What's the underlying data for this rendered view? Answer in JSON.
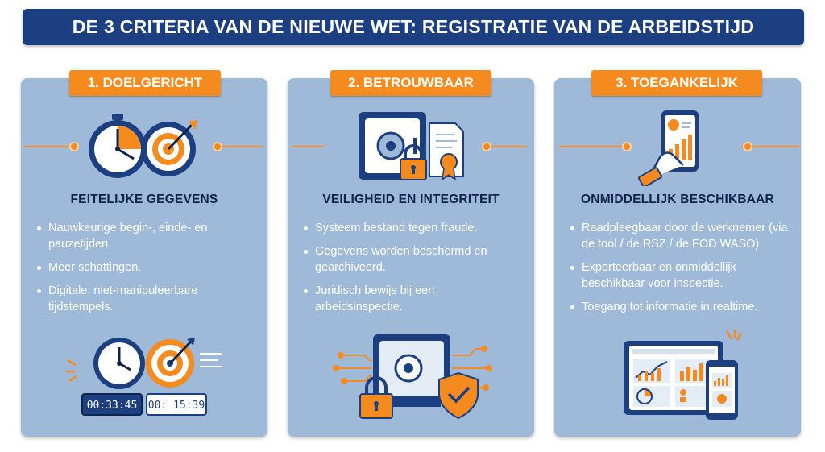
{
  "title": "DE 3 CRITERIA VAN DE NIEUWE WET: REGISTRATIE VAN DE ARBEIDSTIJD",
  "colors": {
    "title_bg": "#1b3f80",
    "card_bg": "#9fb9d8",
    "accent": "#f58a1f",
    "navy": "#10244b"
  },
  "cards": [
    {
      "badge": "1. DOELGERICHT",
      "heading": "FEITELIJKE GEGEVENS",
      "items": [
        "Nauwkeurige begin-, einde- en pauzetijden.",
        "Meer schattingen.",
        "Digitale, niet-manipuleerbare tijdstempels."
      ],
      "top_icons": [
        "stopwatch-icon",
        "target-icon"
      ],
      "bottom_icons": [
        "clock-icon",
        "target-icon",
        "digital-timer-icon"
      ],
      "timers": [
        "00:33:45",
        "00: 15:39"
      ]
    },
    {
      "badge": "2. BETROUWBAAR",
      "heading": "VEILIGHEID EN INTEGRITEIT",
      "items": [
        "Systeem bestand tegen fraude.",
        "Gegevens worden beschermd en gearchiveerd.",
        "Juridisch bewijs bij een arbeidsinspectie."
      ],
      "top_icons": [
        "safe-icon",
        "padlock-icon",
        "certificate-icon"
      ],
      "bottom_icons": [
        "circuit-safe-icon",
        "padlock-icon",
        "shield-check-icon"
      ]
    },
    {
      "badge": "3. TOEGANKELIJK",
      "heading": "ONMIDDELLIJK BESCHIKBAAR",
      "items": [
        "Raadpleegbaar door de werknemer (via de tool / de RSZ / de FOD WASO).",
        "Exporteerbaar en onmiddellijk beschikbaar voor inspectie.",
        "Toegang tot informatie in realtime."
      ],
      "top_icons": [
        "hand-phone-icon"
      ],
      "bottom_icons": [
        "tablet-dashboard-icon",
        "phone-dashboard-icon"
      ]
    }
  ]
}
